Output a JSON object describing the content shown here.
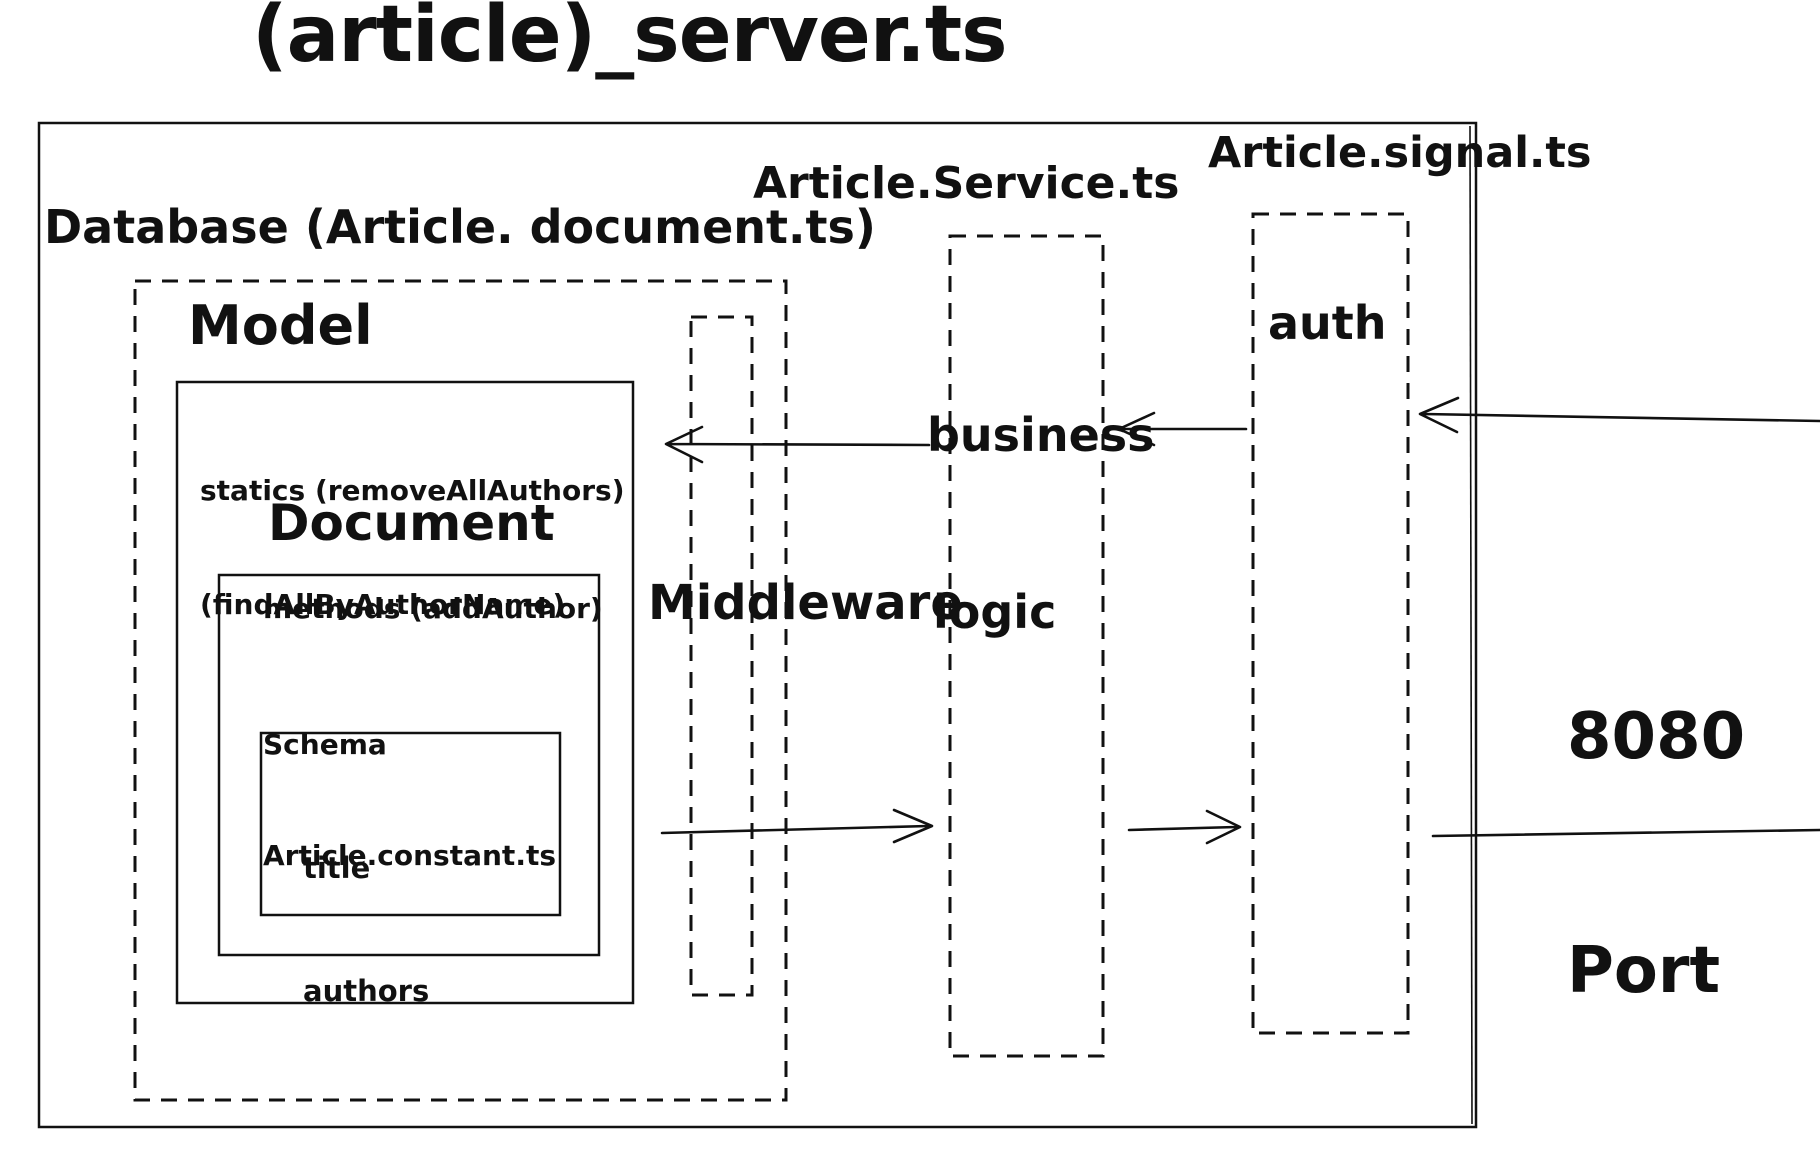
{
  "colors": {
    "ink": "#111111",
    "background": "#ffffff"
  },
  "title": "(article)_server.ts",
  "database": {
    "label": "Database (Article. document.ts)",
    "model": {
      "label": "Model",
      "statics_line1": "statics (removeAllAuthors)",
      "statics_line2": "(findAllByAuthorName)",
      "document": {
        "heading": "Document",
        "methods": "methods (addAuthor)",
        "schema_line1": "Schema",
        "schema_line2": "Article.constant.ts",
        "fields": {
          "field1": "title",
          "field2": "authors"
        }
      }
    }
  },
  "middleware": {
    "label": "Middleware"
  },
  "service": {
    "file_label": "Article.Service.ts",
    "role_line1": "business",
    "role_line2": "logic"
  },
  "signal": {
    "file_label": "Article.signal.ts",
    "role": "auth"
  },
  "port": {
    "line1": "8080",
    "line2": "Port"
  }
}
